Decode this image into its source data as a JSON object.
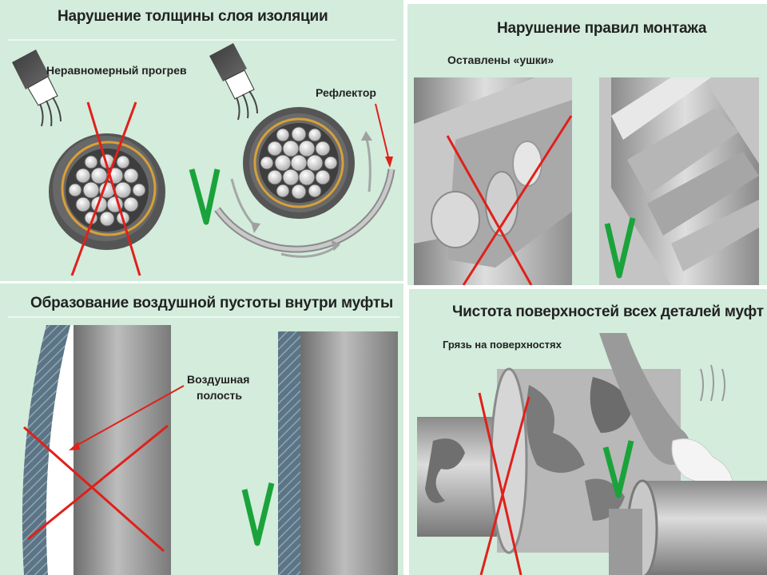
{
  "panels": {
    "insulation": {
      "title": "Нарушение толщины слоя изоляции",
      "label_uneven": "Неравномерный прогрев",
      "label_reflector": "Рефлектор"
    },
    "mounting": {
      "title": "Нарушение правил монтажа",
      "label_ears": "Оставлены «ушки»"
    },
    "air_gap": {
      "title": "Образование воздушной пустоты внутри муфты",
      "label_cavity_line1": "Воздушная",
      "label_cavity_line2": "полость"
    },
    "cleanliness": {
      "title": "Чистота поверхностей всех деталей муфт",
      "label_dirt": "Грязь на поверхностях"
    }
  },
  "colors": {
    "panel_bg": "#d3ecdc",
    "cross_red": "#e0201a",
    "check_green": "#1aa33a",
    "pipe_gray": "#9a9a9a",
    "insulation_yellow": "#d6a03a"
  },
  "icons": [
    "heat-gun-icon",
    "cable-cross-section-icon",
    "reflector-icon",
    "pipe-icon",
    "hand-wiping-icon",
    "check-mark-icon",
    "cross-mark-icon"
  ]
}
